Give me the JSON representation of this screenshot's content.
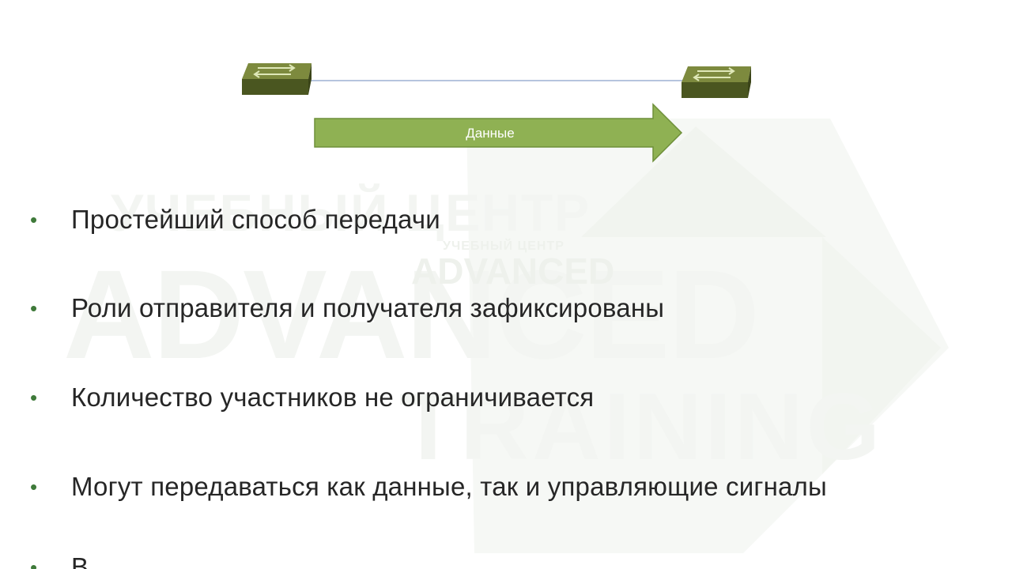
{
  "watermark": {
    "line1": "УЧЕБНЫЙ ЦЕНТР",
    "line2": "ADVANCED",
    "line3": "TRAINING",
    "small_line1": "УЧЕБНЫЙ ЦЕНТР",
    "small_line2": "ADVANCED"
  },
  "diagram": {
    "arrow_label": "Данные",
    "arrow_color": "#8fb153",
    "switch_color": "#5e6b2a",
    "link_color": "#9db0d4"
  },
  "bullets": [
    {
      "text": "Простейший способ передачи"
    },
    {
      "text": "Роли отправителя и получателя зафиксированы"
    },
    {
      "text": "Количество участников не ограничивается"
    },
    {
      "text": "Могут передаваться как данные, так и управляющие сигналы"
    },
    {
      "text": "В"
    }
  ]
}
